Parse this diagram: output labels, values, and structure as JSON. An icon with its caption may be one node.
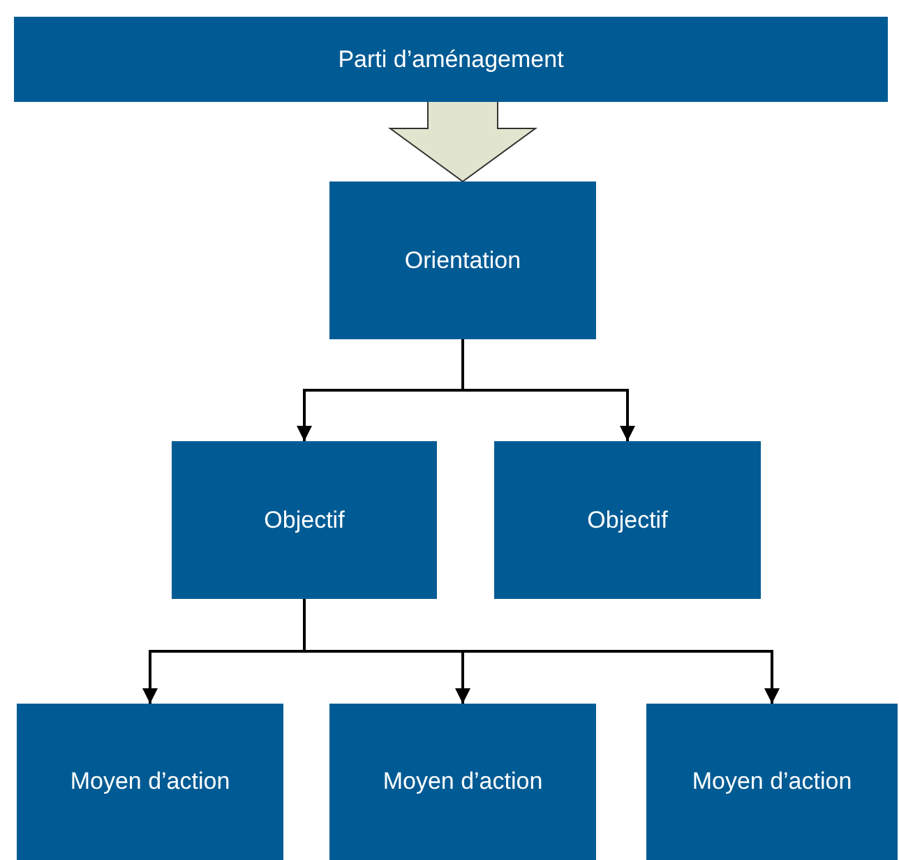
{
  "diagram": {
    "nodes": [
      {
        "text": [
          "Parti d’aménagement"
        ]
      },
      {
        "text": [
          "Orientation"
        ]
      },
      {
        "text": [
          "Objectif"
        ]
      },
      {
        "text": [
          "Objectif"
        ]
      },
      {
        "text": [
          "Moyen d’action"
        ]
      },
      {
        "text": [
          "Moyen d’action"
        ]
      },
      {
        "text": [
          "Moyen d’action"
        ]
      }
    ],
    "edges": [
      {
        "from": 0,
        "to": 1,
        "arrow": "to",
        "style": "thick",
        "color": "#e2e5cd"
      },
      {
        "from": 1,
        "to": 2,
        "arrow": "to"
      },
      {
        "from": 1,
        "to": 3,
        "arrow": "to"
      },
      {
        "from": 2,
        "to": 4,
        "arrow": "to"
      },
      {
        "from": 2,
        "to": 5,
        "arrow": "to"
      },
      {
        "from": 2,
        "to": 6,
        "arrow": "to"
      }
    ]
  }
}
